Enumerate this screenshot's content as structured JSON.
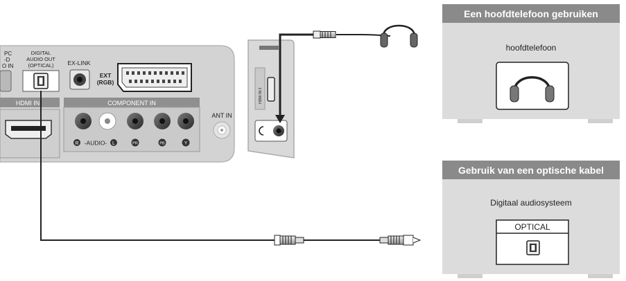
{
  "panel": {
    "pc_lines": [
      "PC",
      "-D",
      "O IN"
    ],
    "digital_out_lines": [
      "DIGITAL",
      "AUDIO OUT",
      "(OPTICAL)"
    ],
    "exlink": "EX-LINK",
    "ext_lines": [
      "EXT",
      "(RGB)"
    ],
    "hdmi": "HDMI IN",
    "component": "COMPONENT IN",
    "audio_row": "-AUDIO-",
    "audio_r": "R",
    "audio_l": "L",
    "pr": "PR",
    "pb": "PB",
    "y": "Y",
    "ant": "ANT IN",
    "side_hdmi": "HDMI IN 3"
  },
  "headphones_box": {
    "title": "Een hoofdtelefoon gebruiken",
    "caption": "hoofdtelefoon",
    "icon": "headphones-icon"
  },
  "optical_box": {
    "title": "Gebruik van een optische kabel",
    "caption": "Digitaal audiosysteem",
    "port_label": "OPTICAL",
    "icon": "optical-port-icon"
  },
  "colors": {
    "box_bg": "#dcdcdc",
    "title_bar": "#8a8a8a",
    "panel_bg": "#d4d4d4",
    "cable": "#222222"
  }
}
